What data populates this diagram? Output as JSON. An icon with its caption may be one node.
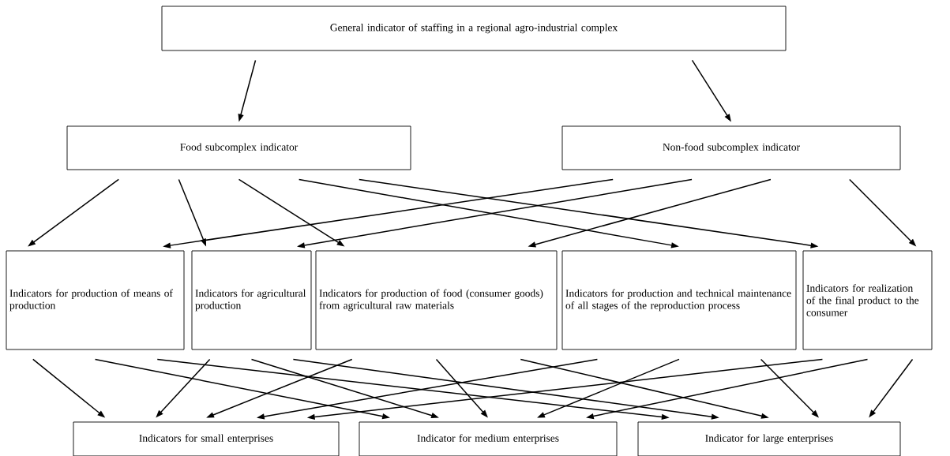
{
  "diagram": {
    "nodes": [
      {
        "text": [
          "General indicator of staffing in a regional agro-industrial complex"
        ]
      },
      {
        "text": [
          "Food subcomplex indicator"
        ]
      },
      {
        "text": [
          "Non-food subcomplex indicator"
        ]
      },
      {
        "text": [
          "Indicators for production of means of production"
        ]
      },
      {
        "text": [
          "Indicators for agricultural production"
        ]
      },
      {
        "text": [
          "Indicators for production of food (consumer goods) from agricultural raw materials"
        ]
      },
      {
        "text": [
          "Indicators for production and technical maintenance of all stages of the reproduction process"
        ]
      },
      {
        "text": [
          "Indicators for realization of the final product to the consumer"
        ]
      },
      {
        "text": [
          "Indicators for small enterprises"
        ]
      },
      {
        "text": [
          "Indicator for medium enterprises"
        ]
      },
      {
        "text": [
          "Indicator for large enterprises"
        ]
      }
    ],
    "edges": [
      {
        "from": 0,
        "to": 1,
        "arrow": "to"
      },
      {
        "from": 0,
        "to": 2,
        "arrow": "to"
      },
      {
        "from": 1,
        "to": 3,
        "arrow": "to"
      },
      {
        "from": 1,
        "to": 4,
        "arrow": "to"
      },
      {
        "from": 1,
        "to": 5,
        "arrow": "to"
      },
      {
        "from": 1,
        "to": 6,
        "arrow": "to"
      },
      {
        "from": 1,
        "to": 7,
        "arrow": "to"
      },
      {
        "from": 2,
        "to": 3,
        "arrow": "to"
      },
      {
        "from": 2,
        "to": 4,
        "arrow": "to"
      },
      {
        "from": 2,
        "to": 5,
        "arrow": "to"
      },
      {
        "from": 2,
        "to": 7,
        "arrow": "to"
      },
      {
        "from": 3,
        "to": 8,
        "arrow": "to"
      },
      {
        "from": 3,
        "to": 9,
        "arrow": "to"
      },
      {
        "from": 3,
        "to": 10,
        "arrow": "to"
      },
      {
        "from": 4,
        "to": 8,
        "arrow": "to"
      },
      {
        "from": 4,
        "to": 9,
        "arrow": "to"
      },
      {
        "from": 4,
        "to": 10,
        "arrow": "to"
      },
      {
        "from": 5,
        "to": 8,
        "arrow": "to"
      },
      {
        "from": 5,
        "to": 9,
        "arrow": "to"
      },
      {
        "from": 5,
        "to": 10,
        "arrow": "to"
      },
      {
        "from": 6,
        "to": 8,
        "arrow": "to"
      },
      {
        "from": 6,
        "to": 9,
        "arrow": "to"
      },
      {
        "from": 6,
        "to": 10,
        "arrow": "to"
      },
      {
        "from": 7,
        "to": 8,
        "arrow": "to"
      },
      {
        "from": 7,
        "to": 9,
        "arrow": "to"
      },
      {
        "from": 7,
        "to": 10,
        "arrow": "to"
      }
    ]
  }
}
